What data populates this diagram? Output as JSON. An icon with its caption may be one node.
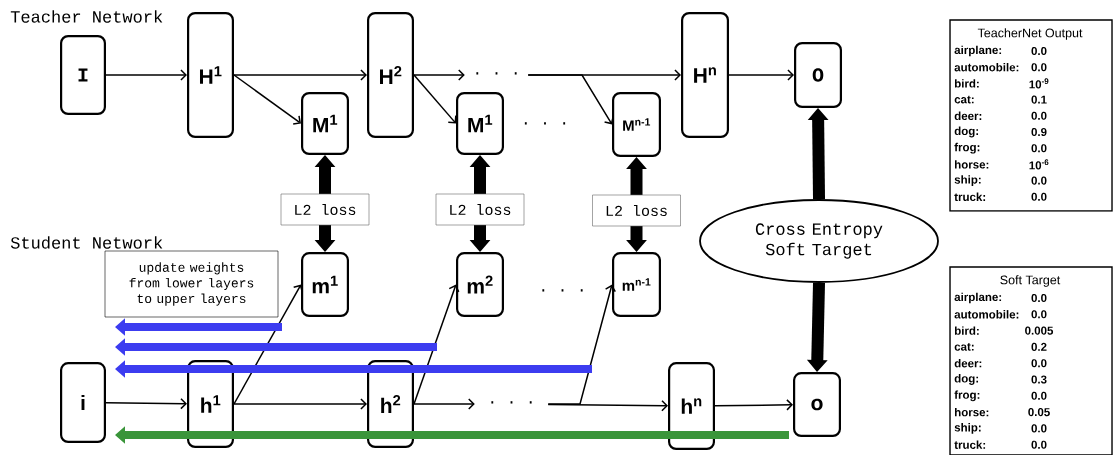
{
  "diagram": {
    "nodes": [
      {
        "text": [
          "I"
        ]
      },
      {
        "text": [
          "H$^{1}$"
        ]
      },
      {
        "text": [
          "M$^{1}$"
        ]
      },
      {
        "text": [
          "H$^{2}$"
        ]
      },
      {
        "text": [
          "M$^{1}$"
        ]
      },
      {
        "text": [
          "· · ·"
        ]
      },
      {
        "text": [
          "M$^{n-1}$"
        ]
      },
      {
        "text": [
          "H$^{n}$"
        ]
      },
      {
        "text": [
          "O"
        ]
      },
      {
        "text": [
          "TeacherNet Output",
          "airplane:",
          "0.0",
          "automobile:",
          "0.0",
          "bird:",
          "10$^{-9}$",
          "cat:",
          "0.1",
          "deer:",
          "0.0",
          "dog:",
          "0.9",
          "frog:",
          "0.0",
          "horse:",
          "10$^{-6}$",
          "ship:",
          "0.0",
          "truck:",
          "0.0"
        ]
      },
      {
        "text": [
          "Cross Entropy Soft Target"
        ]
      },
      {
        "text": [
          "update weights from lower layers to upper layers"
        ]
      },
      {
        "text": [
          "m$^{1}$"
        ]
      },
      {
        "text": [
          "m$^{2}$"
        ]
      },
      {
        "text": [
          "m$^{n-1}$"
        ]
      },
      {
        "text": [
          "i"
        ]
      },
      {
        "text": [
          "h$^{1}$"
        ]
      },
      {
        "text": [
          "h$^{2}$"
        ]
      },
      {
        "text": [
          "· · ·"
        ]
      },
      {
        "text": [
          "h$^{n}$"
        ]
      },
      {
        "text": [
          "o"
        ]
      },
      {
        "text": [
          "Soft Target",
          "airplane:",
          "0.0",
          "automobile:",
          "0.0",
          "bird:",
          "0.005",
          "cat:",
          "0.2",
          "deer:",
          "0.0",
          "dog:",
          "0.3",
          "frog:",
          "0.0",
          "horse:",
          "0.05",
          "ship:",
          "0.0",
          "truck:",
          "0.0"
        ]
      }
    ],
    "edges": [
      {
        "from": 0,
        "to": 1,
        "arrow": "to"
      },
      {
        "from": 1,
        "to": 3,
        "arrow": "to"
      },
      {
        "from": 1,
        "to": 2,
        "arrow": "to"
      },
      {
        "from": 3,
        "to": 5,
        "arrow": "to"
      },
      {
        "from": 3,
        "to": 4,
        "arrow": "to"
      },
      {
        "from": 5,
        "to": 7,
        "arrow": "to"
      },
      {
        "from": 5,
        "to": 6,
        "arrow": "to"
      },
      {
        "from": 7,
        "to": 8,
        "arrow": "to"
      },
      {
        "from": 2,
        "to": 12,
        "arrow": "both",
        "label": "L2 loss",
        "style": "thick"
      },
      {
        "from": 4,
        "to": 13,
        "arrow": "both",
        "label": "L2 loss",
        "style": "thick"
      },
      {
        "from": 6,
        "to": 14,
        "arrow": "both",
        "label": "L2 loss",
        "style": "thick"
      },
      {
        "from": 10,
        "to": 8,
        "arrow": "to",
        "style": "thick"
      },
      {
        "from": 10,
        "to": 20,
        "arrow": "to",
        "style": "thick"
      },
      {
        "from": 15,
        "to": 16,
        "arrow": "to"
      },
      {
        "from": 16,
        "to": 17,
        "arrow": "to"
      },
      {
        "from": 16,
        "to": 12,
        "arrow": "to"
      },
      {
        "from": 17,
        "to": 18,
        "arrow": "to"
      },
      {
        "from": 17,
        "to": 13,
        "arrow": "to"
      },
      {
        "from": 18,
        "to": 19,
        "arrow": "to"
      },
      {
        "from": 18,
        "to": 14,
        "arrow": "to"
      },
      {
        "from": 19,
        "to": 20,
        "arrow": "to"
      }
    ],
    "labels": [
      "Teacher Network",
      "Student Network",
      "· · ·",
      "· · ·"
    ]
  }
}
